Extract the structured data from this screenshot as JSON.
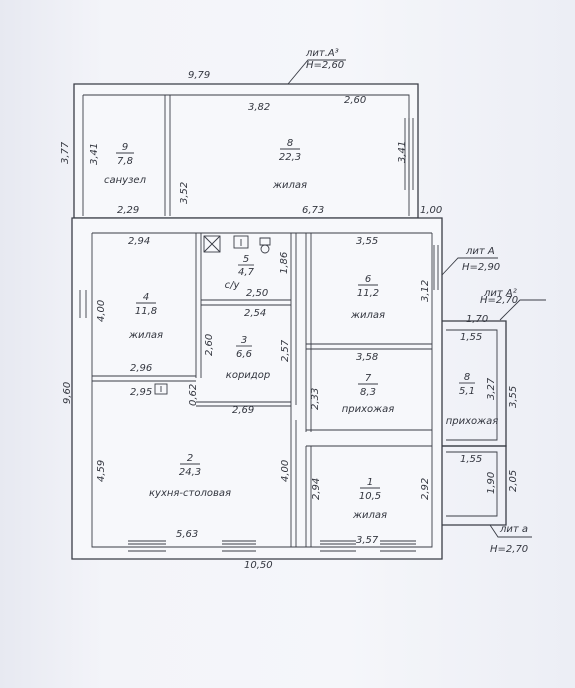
{
  "liters": [
    {
      "name": "лит.А³",
      "height": "H=2,60"
    },
    {
      "name": "лит А",
      "height": "H=2,90"
    },
    {
      "name": "лит А²",
      "height": "H=2,70"
    },
    {
      "name": "лит а",
      "height": "H=2,70"
    }
  ],
  "rooms": [
    {
      "n": "9",
      "area": "7,8",
      "name": "санузел"
    },
    {
      "n": "8",
      "area": "22,3",
      "name": "жилая"
    },
    {
      "n": "5",
      "area": "4,7",
      "name": "с/у"
    },
    {
      "n": "4",
      "area": "11,8",
      "name": "жилая"
    },
    {
      "n": "3",
      "area": "6,6",
      "name": "коридор"
    },
    {
      "n": "6",
      "area": "11,2",
      "name": "жилая"
    },
    {
      "n": "7",
      "area": "8,3",
      "name": "прихожая"
    },
    {
      "n": "8",
      "area": "5,1",
      "name": "прихожая"
    },
    {
      "n": "2",
      "area": "24,3",
      "name": "кухня-столовая"
    },
    {
      "n": "1",
      "area": "10,5",
      "name": "жилая"
    }
  ],
  "dims": {
    "top_total": "9,79",
    "left_top": "3,77",
    "r9_h": "3,41",
    "r9_w": "2,29",
    "r8_top_a": "3,82",
    "r8_top_b": "2,60",
    "r8_right": "3,41",
    "r8_left": "3,52",
    "mid_total": "6,73",
    "mid_right": "1,00",
    "r4_top": "2,94",
    "r4_left": "4,00",
    "r4_bottom": "2,96",
    "r5_h": "1,86",
    "r5_bottom": "2,50",
    "r3_top": "2,54",
    "r3_h": "2,60",
    "r3_right": "2,57",
    "r3_small": "0,62",
    "r3_bottom": "2,69",
    "r2_top": "2,95",
    "left_total": "9,60",
    "r2_left": "4,59",
    "r2_right": "4,00",
    "r2_bottom": "5,63",
    "bottom_total": "10,50",
    "r6_top": "3,55",
    "r6_right": "3,12",
    "r7_top": "3,58",
    "r7_left": "2,33",
    "r1_left": "2,94",
    "r1_right": "2,92",
    "r1_bottom": "3,57",
    "a2_top": "1,70",
    "r8b_top": "1,55",
    "r8b_h": "3,27",
    "a2_total": "3,55",
    "a_top": "1,55",
    "a_h": "1,90",
    "a_total": "2,05"
  }
}
